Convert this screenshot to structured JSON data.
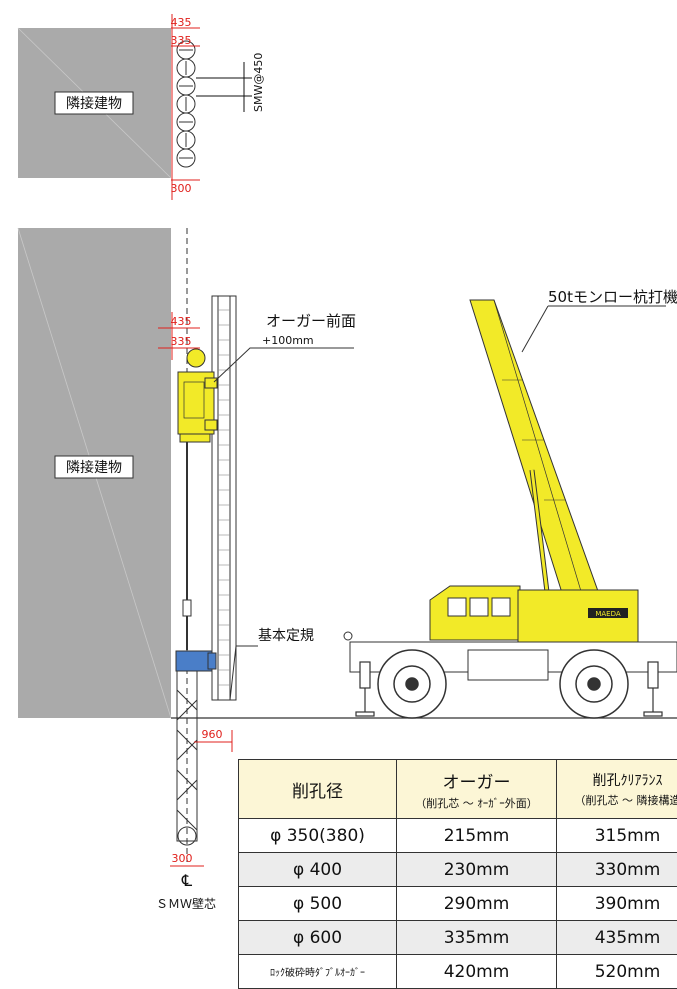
{
  "top_view": {
    "building_label": "隣接建物",
    "dim_top": "435",
    "dim_mid": "335",
    "dim_bottom": "300",
    "smw_label": "SMW@450"
  },
  "elevation": {
    "building_label": "隣接建物",
    "dim_top": "435",
    "dim_mid": "335",
    "auger_front_label": "オーガー前面",
    "auger_front_offset": "+100mm",
    "crane_label": "50tモンロー杭打機",
    "base_ruler_label": "基本定規",
    "dim_960": "960",
    "dim_300": "300",
    "centerline_symbol": "℄",
    "smw_axis_label": "ＳＭＷ壁芯",
    "crane_brand": "MAEDA"
  },
  "colors": {
    "building": "#aaaaaa",
    "crane_yellow": "#f2ea28",
    "dim_red": "#e0201c",
    "ground_blue": "#4a7ec8"
  },
  "table": {
    "headers": [
      {
        "main": "削孔径",
        "sub": ""
      },
      {
        "main": "オーガー",
        "sub": "（削孔芯 ～ ｵｰｶﾞｰ外面）"
      },
      {
        "main": "削孔ｸﾘｱﾗﾝｽ",
        "sub": "（削孔芯 ～ 隣接構造"
      }
    ],
    "rows": [
      {
        "diameter": "φ 350(380)",
        "auger": "215mm",
        "clearance": "315mm"
      },
      {
        "diameter": "φ 400",
        "auger": "230mm",
        "clearance": "330mm"
      },
      {
        "diameter": "φ 500",
        "auger": "290mm",
        "clearance": "390mm"
      },
      {
        "diameter": "φ 600",
        "auger": "335mm",
        "clearance": "435mm"
      },
      {
        "diameter": "ﾛｯｸ破砕時ﾀﾞﾌﾞﾙｵｰｶﾞｰ",
        "auger": "420mm",
        "clearance": "520mm"
      }
    ]
  }
}
